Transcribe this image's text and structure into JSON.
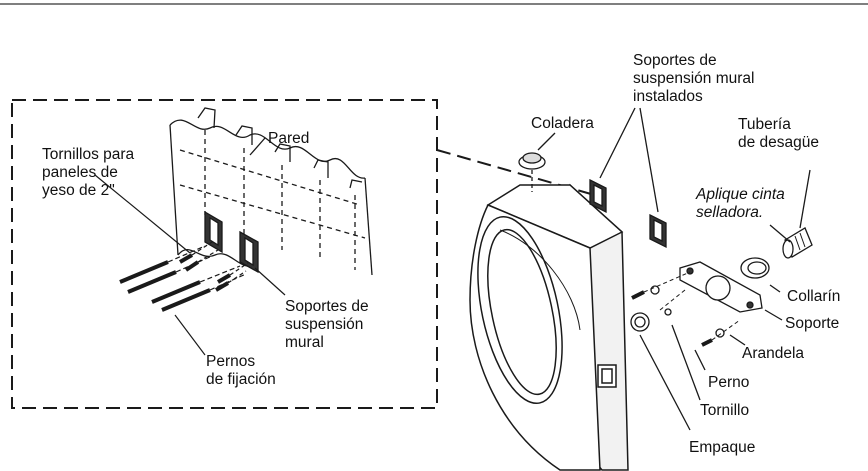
{
  "labels": {
    "pared": "Pared",
    "tornillos_paneles": [
      "Tornillos para",
      "paneles de",
      "yeso de 2\""
    ],
    "soportes_suspension": [
      "Soportes de",
      "suspensión",
      "mural"
    ],
    "pernos_fijacion": [
      "Pernos",
      "de fijación"
    ],
    "soportes_instalados": [
      "Soportes de",
      "suspensión mural",
      "instalados"
    ],
    "coladera": "Coladera",
    "tuberia_desague": [
      "Tubería",
      "de desagüe"
    ],
    "aplique_cinta": [
      "Aplique cinta",
      "selladora."
    ],
    "collarin": "Collarín",
    "soporte": "Soporte",
    "arandela": "Arandela",
    "perno": "Perno",
    "tornillo": "Tornillo",
    "empaque": "Empaque"
  },
  "colors": {
    "line": "#1a1a1a",
    "fill": "#ffffff",
    "shade": "#d9d9d9"
  }
}
